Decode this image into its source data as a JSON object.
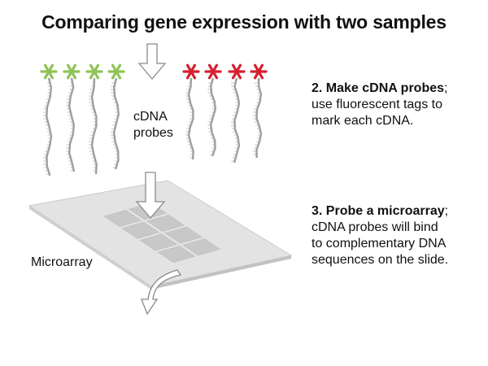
{
  "title": "Comparing gene expression with two samples",
  "labels": {
    "cdna_line1": "cDNA",
    "cdna_line2": "probes",
    "microarray": "Microarray"
  },
  "steps": [
    {
      "heading": "2. Make cDNA probes",
      "separator": ";",
      "lines": [
        "use fluorescent tags to",
        "mark each cDNA."
      ]
    },
    {
      "heading": "3. Probe a microarray",
      "separator": ";",
      "lines": [
        "cDNA probes will bind",
        "to complementary DNA",
        "sequences on the slide."
      ]
    }
  ],
  "colors": {
    "green_tag": "#8fc356",
    "red_tag": "#d6202f",
    "strand": "#9c9c9c",
    "slide": "#dcdcdc",
    "spots": "#c8c8c8"
  },
  "icons": {
    "probe_tag": "asterisk-icon",
    "flow_arrow": "down-arrow-icon"
  }
}
